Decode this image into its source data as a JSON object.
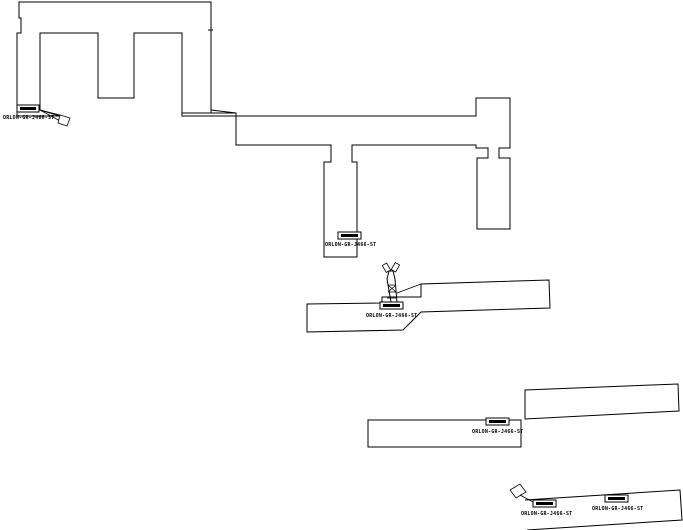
{
  "device_labels": {
    "d1": "ORLON-GR-J466-ST",
    "d2": "ORLON-GR-J466-ST",
    "d3": "ORLON-GR-J466-ST",
    "d4": "ORLON-GR-J466-ST",
    "d5": "ORLON-GR-J466-ST",
    "d6": "ORLON-GR-J466-ST"
  },
  "colors": {
    "line": "#000000",
    "background": "#ffffff"
  },
  "icons": {
    "device": "network-device-icon",
    "camera": "camera-icon",
    "antenna": "antenna-tower-icon"
  }
}
